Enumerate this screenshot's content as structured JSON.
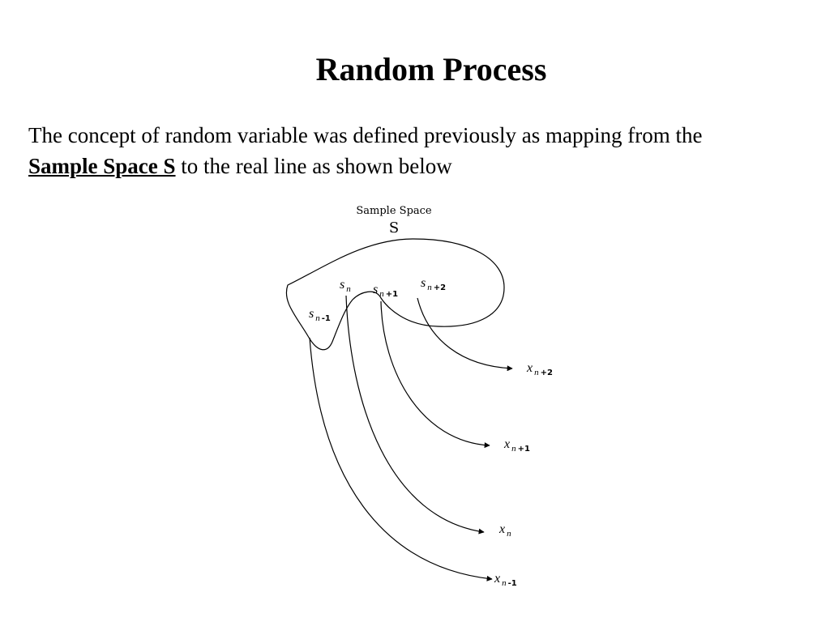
{
  "slide": {
    "title": "Random Process",
    "intro_line1": "The concept of random variable was defined previously as mapping from the",
    "intro_term": "Sample Space S",
    "intro_rest": " to the real line as shown below"
  },
  "diagram": {
    "space_label": "Sample Space",
    "space_letter": "S",
    "sample_points": [
      {
        "symbol": "s",
        "sub": "n",
        "suffix": "-1"
      },
      {
        "symbol": "s",
        "sub": "n",
        "suffix": ""
      },
      {
        "symbol": "s",
        "sub": "n",
        "suffix": "+1"
      },
      {
        "symbol": "s",
        "sub": "n",
        "suffix": "+2"
      }
    ],
    "real_values": [
      {
        "symbol": "x",
        "sub": "n",
        "suffix": "+2"
      },
      {
        "symbol": "x",
        "sub": "n",
        "suffix": "+1"
      },
      {
        "symbol": "x",
        "sub": "n",
        "suffix": ""
      },
      {
        "symbol": "x",
        "sub": "n",
        "suffix": "-1"
      }
    ]
  }
}
